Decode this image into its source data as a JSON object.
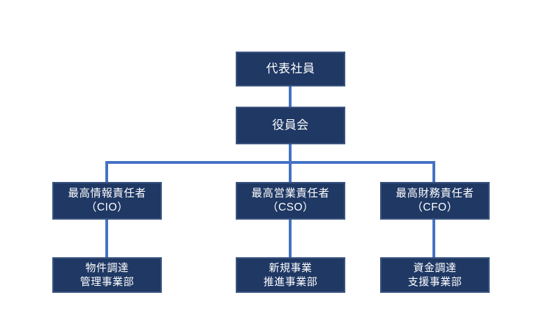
{
  "chart": {
    "type": "org-chart",
    "background_color": "#FFFFFF",
    "node_fill_color": "#1F3864",
    "node_text_color": "#FFFFFF",
    "connector_color": "#4472C4",
    "nodes": [
      {
        "id": "representative-partner",
        "label": "代表社員",
        "tier": 1,
        "column": "center"
      },
      {
        "id": "board-of-officers",
        "label": "役員会",
        "tier": 2,
        "column": "center"
      },
      {
        "id": "cio",
        "label": "最高情報責任者\n（CIO）",
        "tier": 3,
        "column": "left"
      },
      {
        "id": "cso",
        "label": "最高営業責任者\n（CSO）",
        "tier": 3,
        "column": "center"
      },
      {
        "id": "cfo",
        "label": "最高財務責任者\n（CFO）",
        "tier": 3,
        "column": "right"
      },
      {
        "id": "property-procurement-division",
        "label": "物件調達\n管理事業部",
        "tier": 4,
        "column": "left"
      },
      {
        "id": "new-business-promotion-division",
        "label": "新規事業\n推進事業部",
        "tier": 4,
        "column": "center"
      },
      {
        "id": "funding-support-division",
        "label": "資金調達\n支援事業部",
        "tier": 4,
        "column": "right"
      }
    ]
  }
}
